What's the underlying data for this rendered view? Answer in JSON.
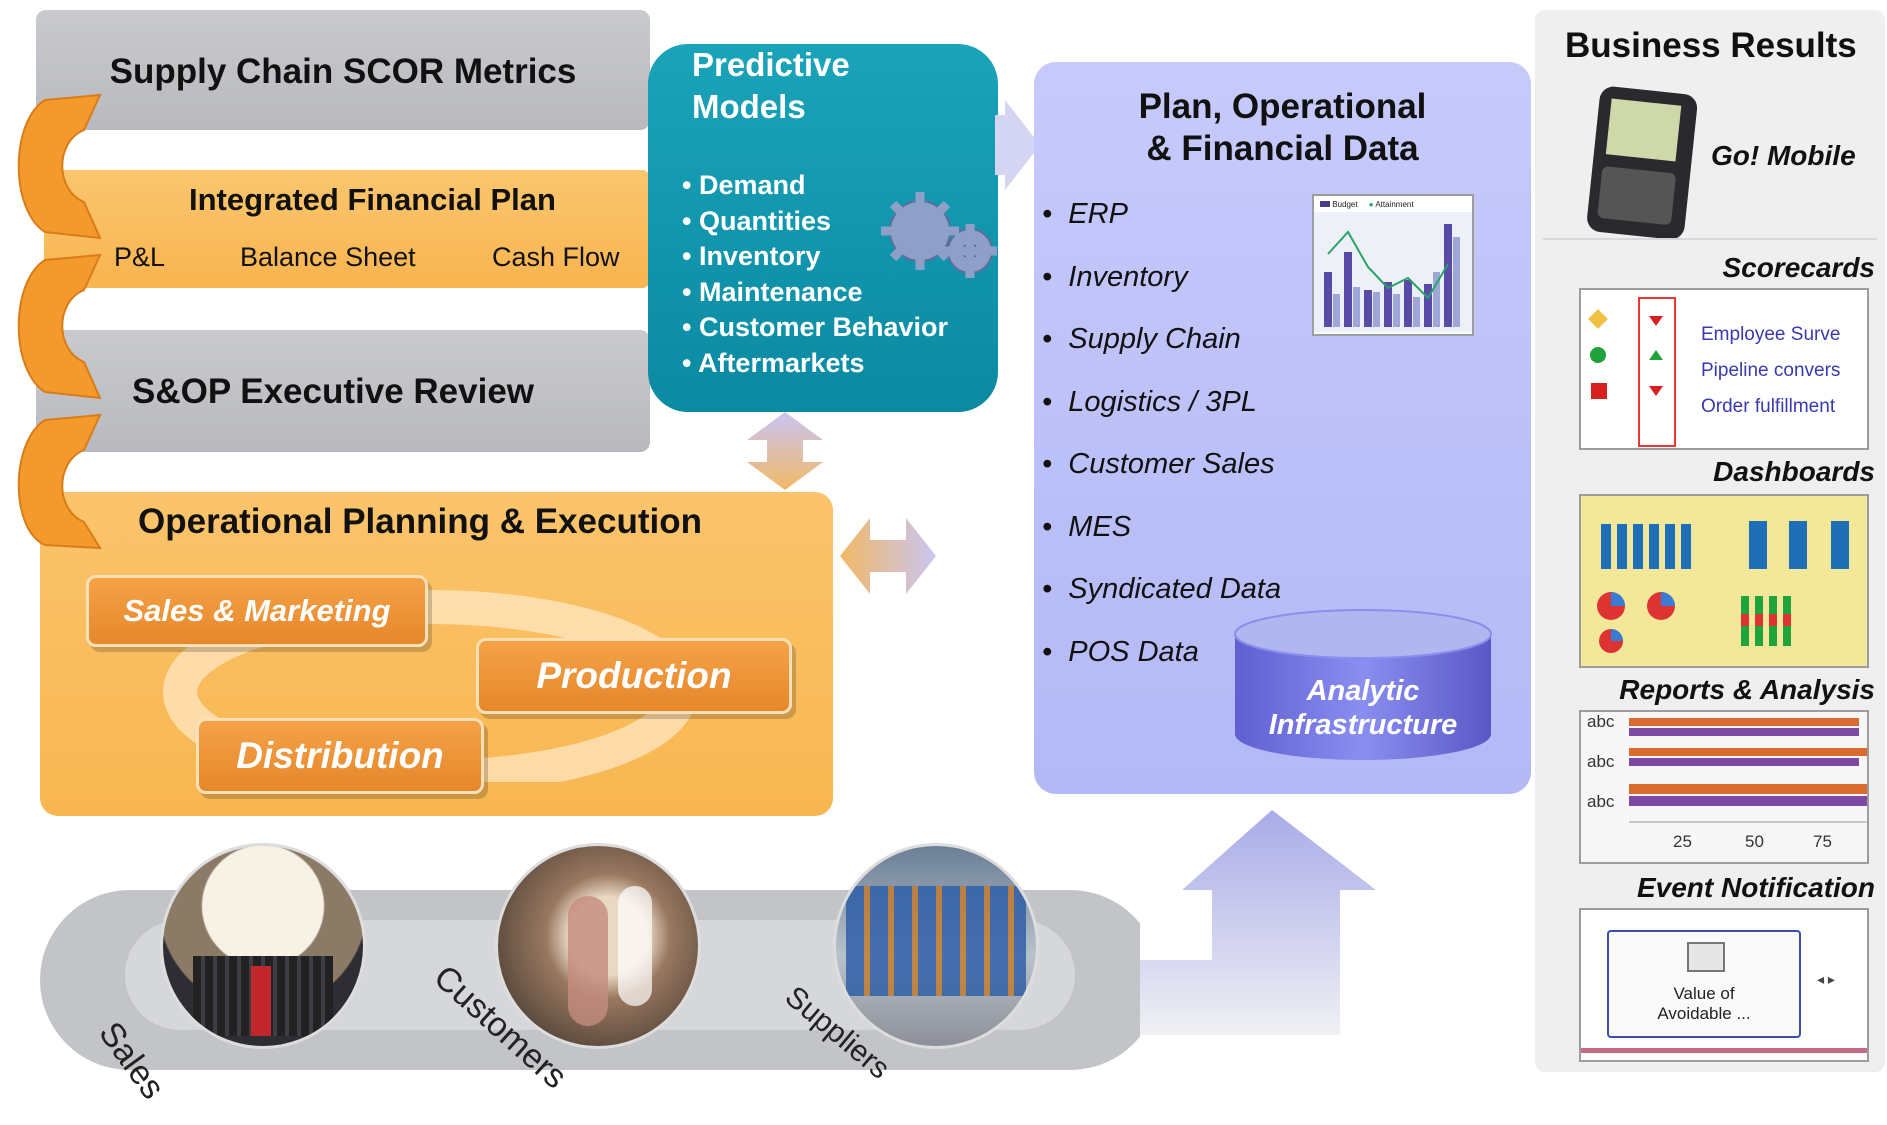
{
  "scor": {
    "title": "Supply Chain SCOR Metrics"
  },
  "ifp": {
    "title": "Integrated Financial Plan",
    "items": [
      "P&L",
      "Balance Sheet",
      "Cash Flow"
    ]
  },
  "sop": {
    "title": "S&OP Executive Review"
  },
  "ope": {
    "title": "Operational Planning & Execution",
    "sales_marketing": "Sales & Marketing",
    "production": "Production",
    "distribution": "Distribution"
  },
  "predictive": {
    "title": "Predictive Models",
    "items": [
      "• Demand",
      "• Quantities",
      "• Inventory",
      "• Maintenance",
      "• Customer Behavior",
      "• Aftermarkets"
    ]
  },
  "data_panel": {
    "title_line1": "Plan,  Operational",
    "title_line2": "& Financial Data",
    "items": [
      "ERP",
      "Inventory",
      "Supply Chain",
      "Logistics / 3PL",
      "Customer Sales",
      "MES",
      "Syndicated Data",
      "POS Data"
    ],
    "chart_legend": [
      "Budget",
      "Attainment"
    ],
    "infrastructure_line1": "Analytic",
    "infrastructure_line2": "Infrastructure"
  },
  "business_results": {
    "title": "Business Results",
    "go_mobile": "Go! Mobile",
    "scorecards": "Scorecards",
    "scorecard_rows": [
      "Employee Surve",
      "Pipeline convers",
      "Order fulfillment"
    ],
    "dashboards": "Dashboards",
    "reports": "Reports & Analysis",
    "report_labels": [
      "abc",
      "abc",
      "abc"
    ],
    "report_ticks": [
      "25",
      "50",
      "75"
    ],
    "event_notification": "Event Notification",
    "event_text_line1": "Value of",
    "event_text_line2": "Avoidable ..."
  },
  "bottom": {
    "labels": [
      "Sales",
      "Customers",
      "Suppliers"
    ]
  },
  "colors": {
    "orange": "#f8b44f",
    "teal": "#0b8aa2",
    "lavender": "#b4b8f5",
    "gray": "#c0c1c5"
  }
}
